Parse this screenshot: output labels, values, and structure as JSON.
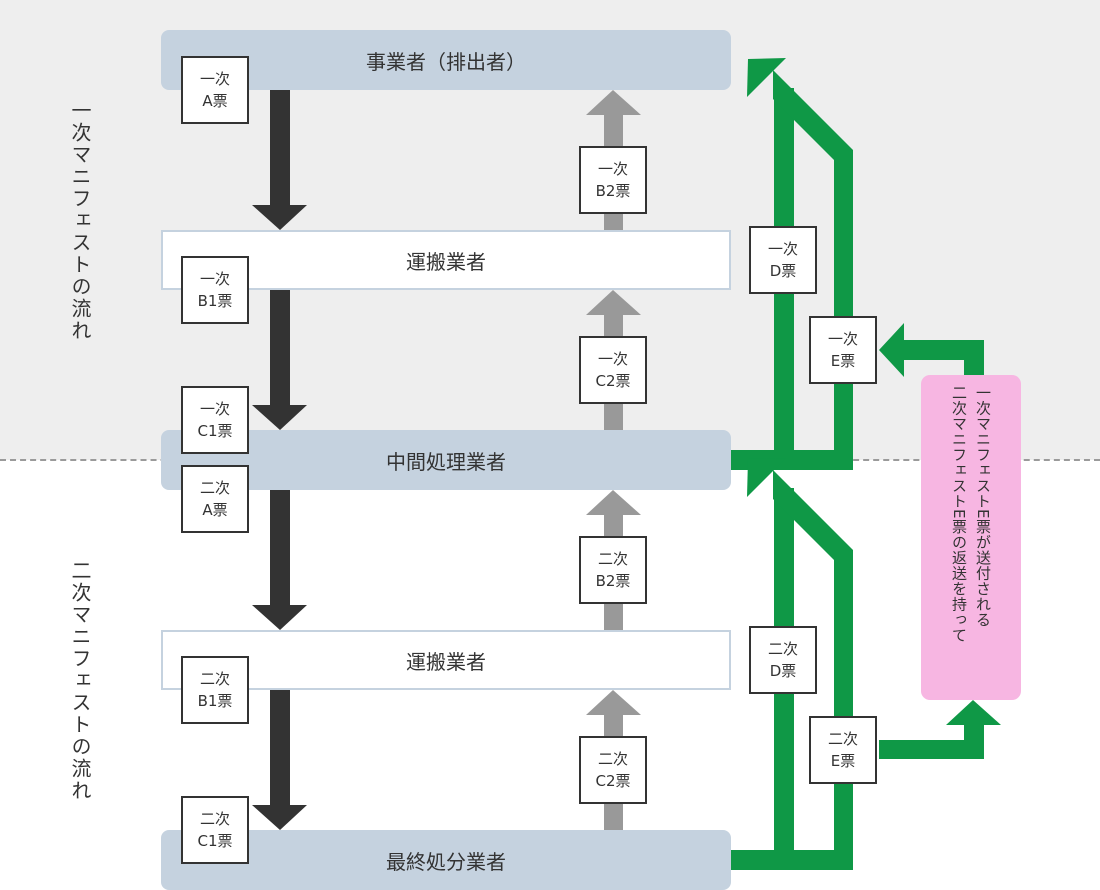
{
  "sections": {
    "primary_label": "一次マニフェストの流れ",
    "secondary_label": "二次マニフェストの流れ"
  },
  "parties": {
    "generator": "事業者（排出者）",
    "transporter_1": "運搬業者",
    "intermediate": "中間処理業者",
    "transporter_2": "運搬業者",
    "final": "最終処分業者"
  },
  "tickets": {
    "p_a": [
      "一次",
      "A票"
    ],
    "p_b1": [
      "一次",
      "B1票"
    ],
    "p_c1": [
      "一次",
      "C1票"
    ],
    "p_b2": [
      "一次",
      "B2票"
    ],
    "p_c2": [
      "一次",
      "C2票"
    ],
    "p_d": [
      "一次",
      "D票"
    ],
    "p_e": [
      "一次",
      "E票"
    ],
    "s_a": [
      "二次",
      "A票"
    ],
    "s_b1": [
      "二次",
      "B1票"
    ],
    "s_c1": [
      "二次",
      "C1票"
    ],
    "s_b2": [
      "二次",
      "B2票"
    ],
    "s_c2": [
      "二次",
      "C2票"
    ],
    "s_d": [
      "二次",
      "D票"
    ],
    "s_e": [
      "二次",
      "E票"
    ]
  },
  "note": {
    "line1": "二次マニフェストE票の返送を持って",
    "line2": "一次マニフェストE票が送付される"
  },
  "colors": {
    "party_fill": "#c5d2df",
    "forward_arrow": "#333333",
    "return_arrow": "#999999",
    "final_return_arrow": "#0f9846",
    "note_fill": "#f7b6e2",
    "primary_background": "#eeeeee"
  }
}
